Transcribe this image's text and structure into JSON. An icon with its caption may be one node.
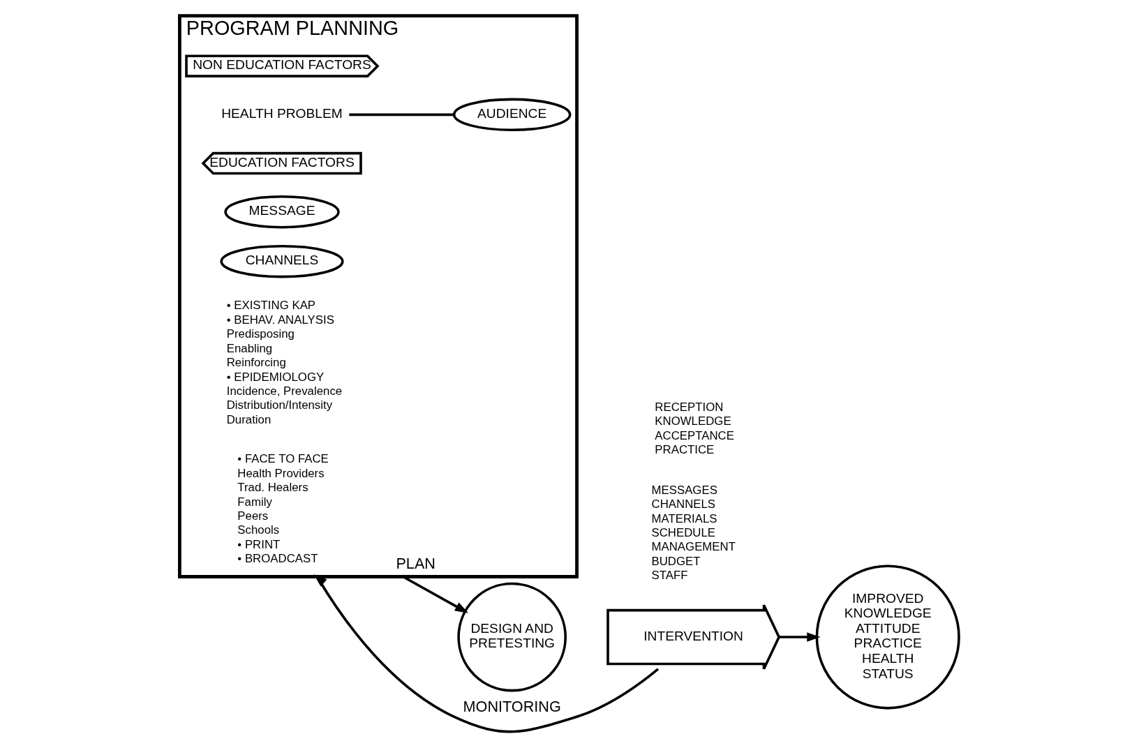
{
  "diagram": {
    "nodes": [
      {
        "text": [
          "PROGRAM PLANNING"
        ]
      },
      {
        "text": [
          "NON EDUCATION FACTORS"
        ],
        "in": 0
      },
      {
        "text": [
          "HEALTH PROBLEM"
        ],
        "in": 0
      },
      {
        "text": [
          "EDUCATION FACTORS"
        ],
        "in": 0
      },
      {
        "text": [
          "AUDIENCE"
        ],
        "in": 0
      },
      {
        "text": [
          "MESSAGE"
        ],
        "in": 0
      },
      {
        "text": [
          "CHANNELS"
        ],
        "in": 0
      },
      {
        "text": [
          "DESIGN AND PRETESTING"
        ]
      },
      {
        "text": [
          "INTERVENTION"
        ]
      },
      {
        "text": [
          "IMPROVED KNOWLEDGE ATTITUDE PRACTICE HEALTH STATUS"
        ]
      }
    ],
    "edges": [
      {
        "from": 2,
        "to": 4,
        "arrow": "none"
      },
      {
        "from": 0,
        "to": 7,
        "label": "PLAN",
        "arrow": "to"
      },
      {
        "from": 8,
        "to": 9,
        "arrow": "to"
      },
      {
        "from": 8,
        "to": 0,
        "label": "MONITORING",
        "arrow": "to"
      }
    ],
    "labels": [
      "• EXISTING KAP",
      "• BEHAV. ANALYSIS",
      "Predisposing",
      "Enabling",
      "Reinforcing",
      "• EPIDEMIOLOGY",
      "Incidence, Prevalence",
      "Distribution/Intensity",
      "Duration",
      "• FACE TO FACE",
      "Health Providers",
      "Trad. Healers",
      "Family",
      "Peers",
      "Schools",
      "• PRINT",
      "• BROADCAST",
      "MESSAGES",
      "CHANNELS",
      "MATERIALS",
      "SCHEDULE",
      "MANAGEMENT",
      "BUDGET",
      "STAFF",
      "RECEPTION",
      "KNOWLEDGE",
      "ACCEPTANCE",
      "PRACTICE"
    ]
  }
}
